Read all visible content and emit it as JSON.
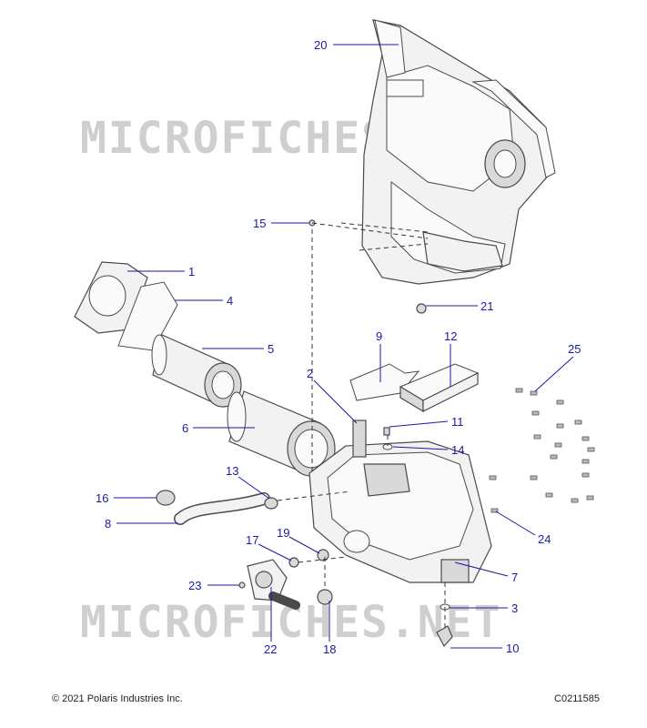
{
  "watermark": "MICROFICHES.NET",
  "callouts": {
    "c1": "1",
    "c2": "2",
    "c3": "3",
    "c4": "4",
    "c5": "5",
    "c6": "6",
    "c7": "7",
    "c8": "8",
    "c9": "9",
    "c10": "10",
    "c11": "11",
    "c12": "12",
    "c13": "13",
    "c14": "14",
    "c15": "15",
    "c16": "16",
    "c17": "17",
    "c18": "18",
    "c19": "19",
    "c20": "20",
    "c21": "21",
    "c22": "22",
    "c23": "23",
    "c24": "24",
    "c25": "25"
  },
  "footer": {
    "copyright": "© 2021 Polaris Industries Inc.",
    "drawing_id": "C0211585"
  },
  "colors": {
    "callout": "#1a1aa6",
    "watermark": "#cfcfcf",
    "part_outline": "#4a4a4a"
  }
}
